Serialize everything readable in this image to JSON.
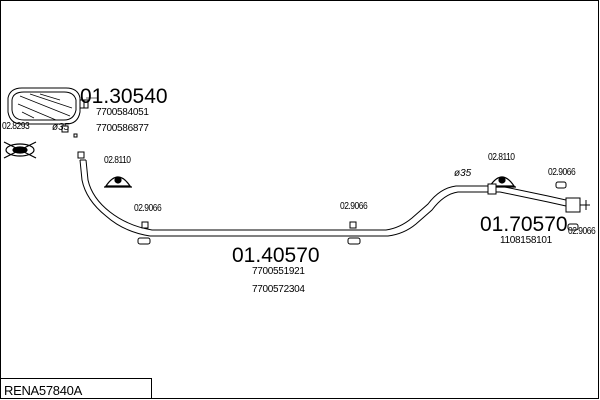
{
  "diagram": {
    "model_code": "RENA57840A",
    "parts": [
      {
        "part_no": "01.30540",
        "refs": [
          "7700584051",
          "7700586877"
        ]
      },
      {
        "part_no": "01.40570",
        "refs": [
          "7700551921",
          "7700572304"
        ]
      },
      {
        "part_no": "01.70570",
        "refs": [
          "1108158101"
        ]
      }
    ],
    "fittings": {
      "clamp_rear": "02.8293",
      "diameter_rear": "ø35",
      "hanger_a": "02.8110",
      "hanger_b": "02.8110",
      "rubber_1": "02.9066",
      "rubber_2": "02.9066",
      "rubber_3": "02.9066",
      "rubber_4": "02.9066",
      "diameter_mid": "ø35"
    }
  }
}
